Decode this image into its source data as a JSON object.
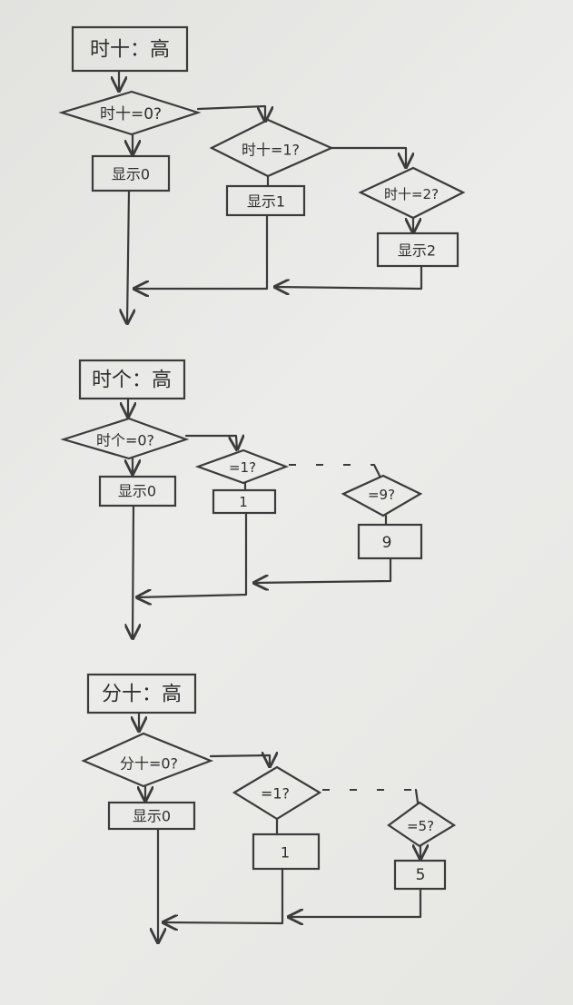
{
  "sections": [
    {
      "start": "时十：高",
      "decisions": [
        "时十=0?",
        "时十=1?",
        "时十=2?"
      ],
      "actions": [
        "显示0",
        "显示1",
        "显示2"
      ]
    },
    {
      "start": "时个：高",
      "decisions": [
        "时个=0?",
        "=1?",
        "=9?"
      ],
      "actions": [
        "显示0",
        "1",
        "9"
      ]
    },
    {
      "start": "分十：高",
      "decisions": [
        "分十=0?",
        "=1?",
        "=5?"
      ],
      "actions": [
        "显示0",
        "1",
        "5"
      ]
    }
  ],
  "colors": {
    "ink": "#3b3b3b",
    "paper": "#e8e8e5"
  }
}
